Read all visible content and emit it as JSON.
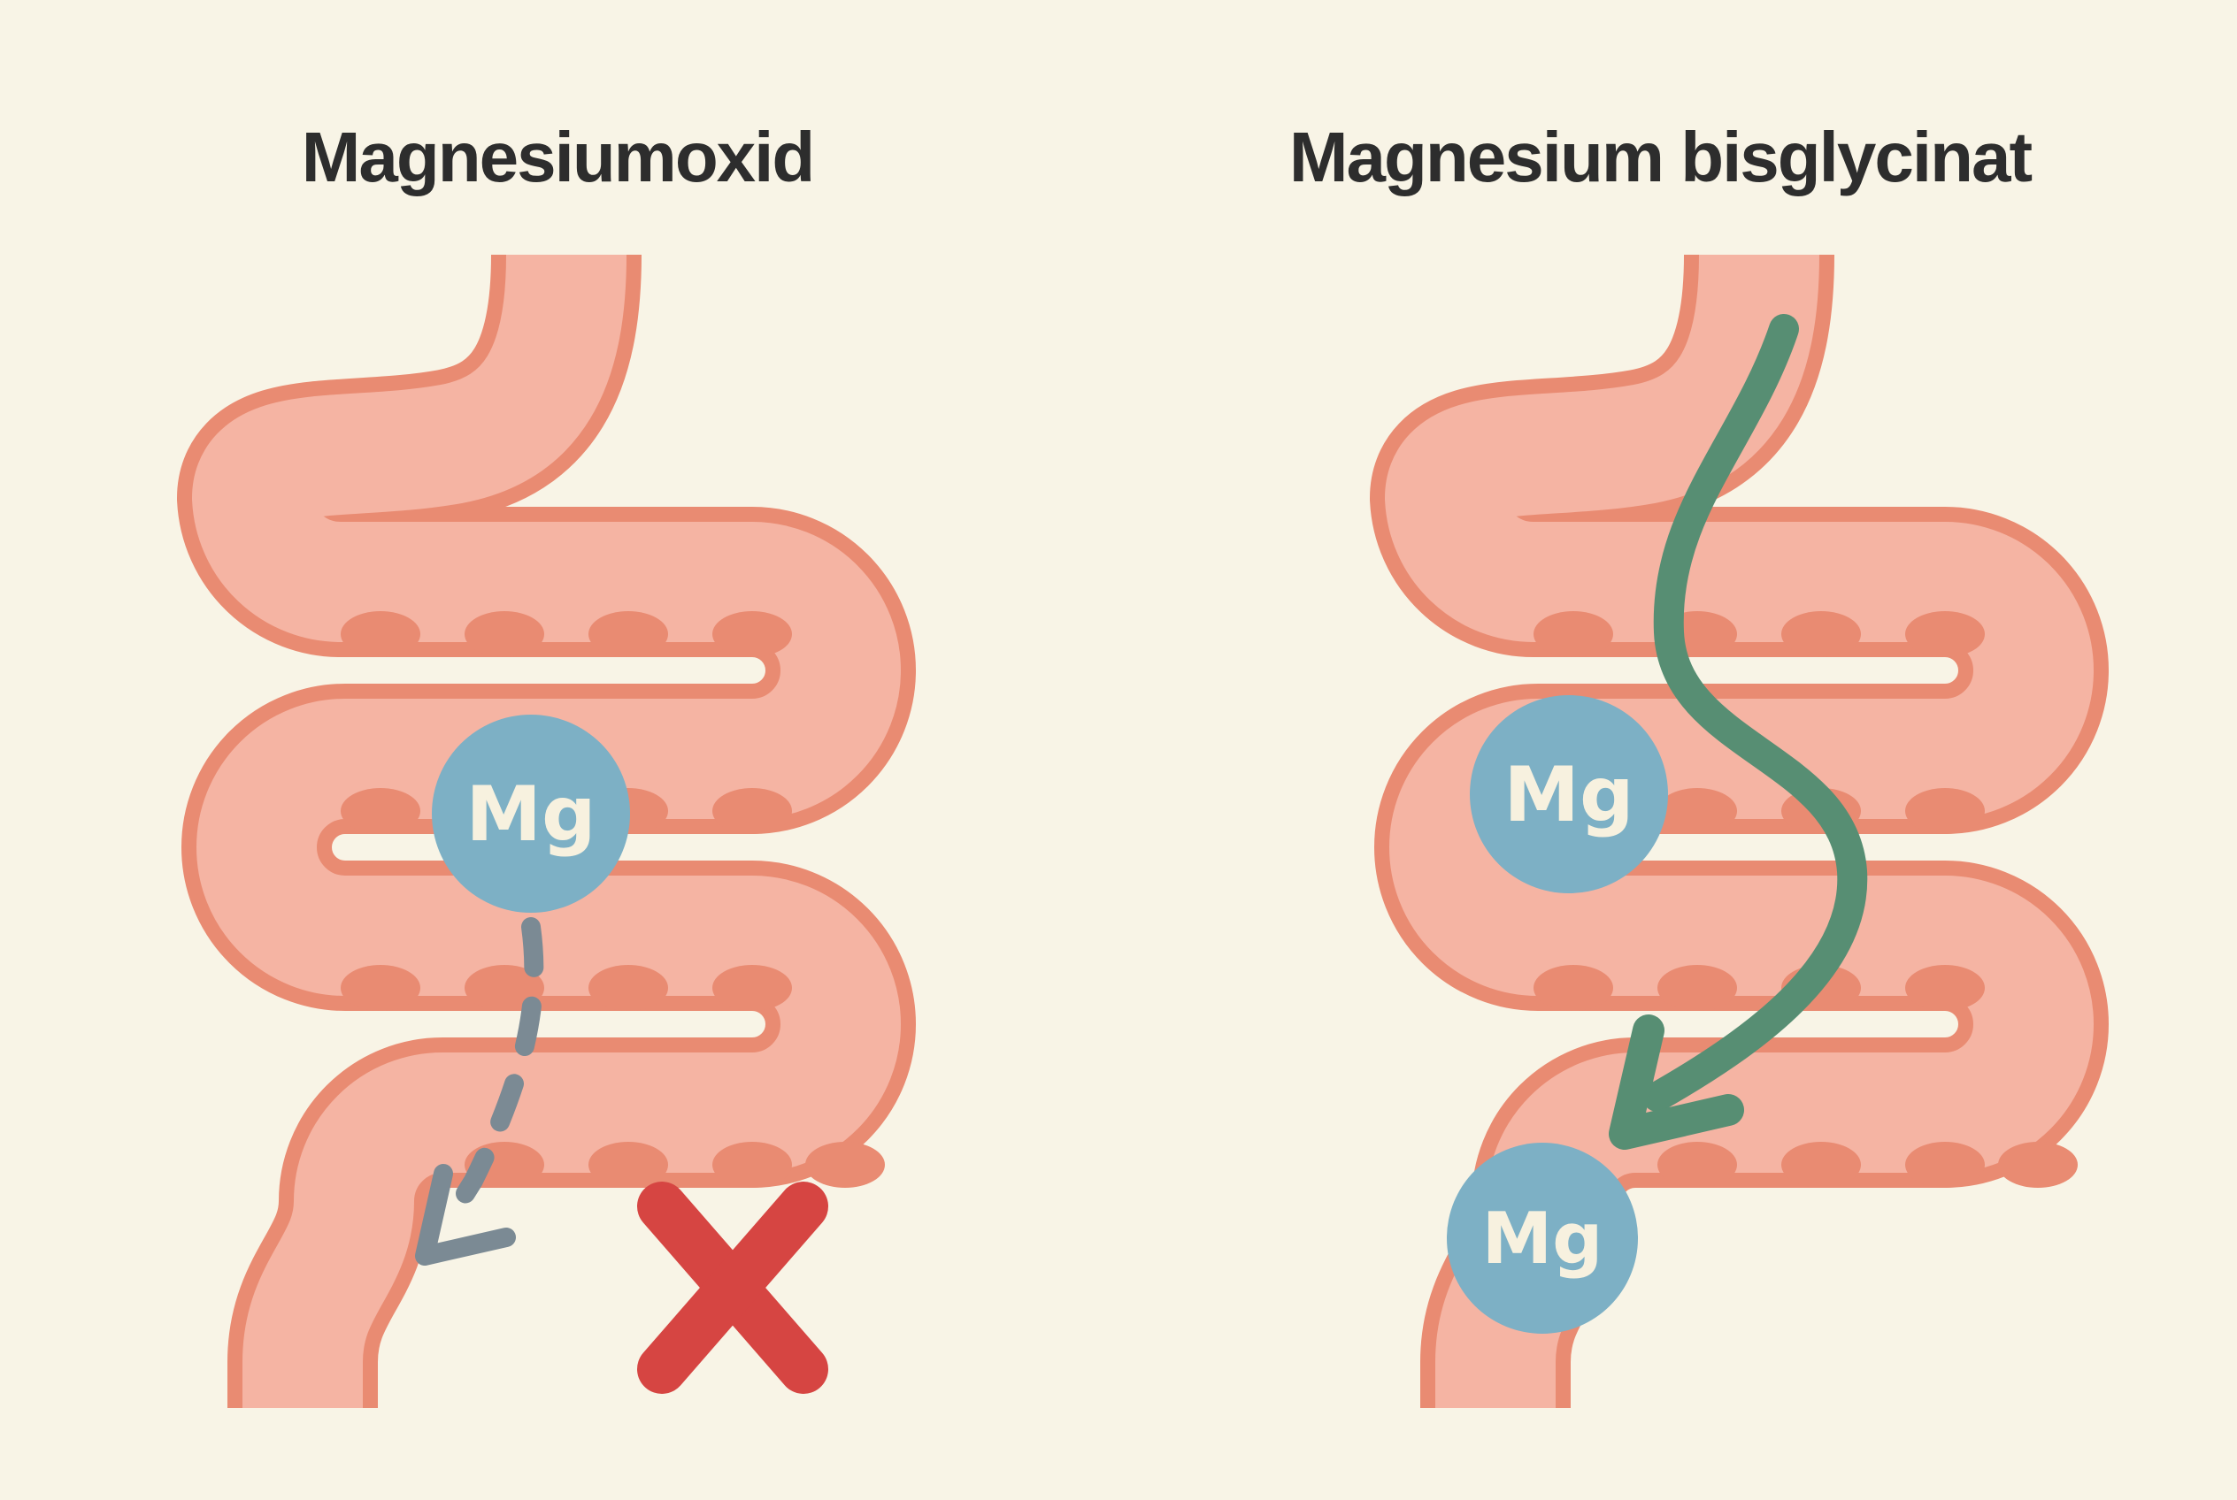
{
  "panels": {
    "left": {
      "title": "Magnesiumoxid",
      "mg_label": "Mg",
      "outcome": "not-absorbed",
      "outcome_marker": "red-cross"
    },
    "right": {
      "title": "Magnesium bisglycinat",
      "mg_label": "Mg",
      "absorbed_mg_label": "Mg",
      "outcome": "absorbed",
      "outcome_marker": "green-curved-arrow"
    }
  },
  "colors": {
    "background": "#f8f4e6",
    "tube_fill": "#f5b4a3",
    "tube_border": "#e98b72",
    "mg_circle": "#7db0c5",
    "mg_text": "#f7f1df",
    "arrow_green": "#578e73",
    "arrow_gray": "#7b8a94",
    "cross_red": "#d64542",
    "title_text": "#2d2d2d"
  }
}
